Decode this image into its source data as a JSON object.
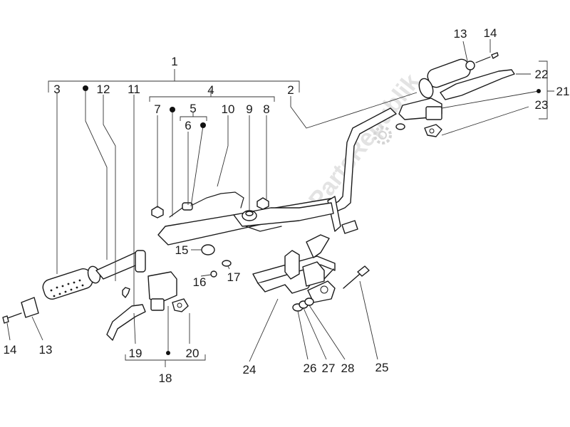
{
  "watermark": "PartsRepublik",
  "callouts": {
    "c1": "1",
    "c2": "2",
    "c3": "3",
    "c4": "4",
    "c5": "5",
    "c6": "6",
    "c7": "7",
    "c8": "8",
    "c9": "9",
    "c10": "10",
    "c11": "11",
    "c12": "12",
    "c13a": "13",
    "c13b": "13",
    "c14a": "14",
    "c14b": "14",
    "c15": "15",
    "c16": "16",
    "c17": "17",
    "c18": "18",
    "c19": "19",
    "c20": "20",
    "c21": "21",
    "c22": "22",
    "c23": "23",
    "c24": "24",
    "c25": "25",
    "c26": "26",
    "c27": "27",
    "c28": "28"
  },
  "colors": {
    "line": "#1a1a1a",
    "watermark": "#e3e3e3",
    "background": "#ffffff"
  }
}
